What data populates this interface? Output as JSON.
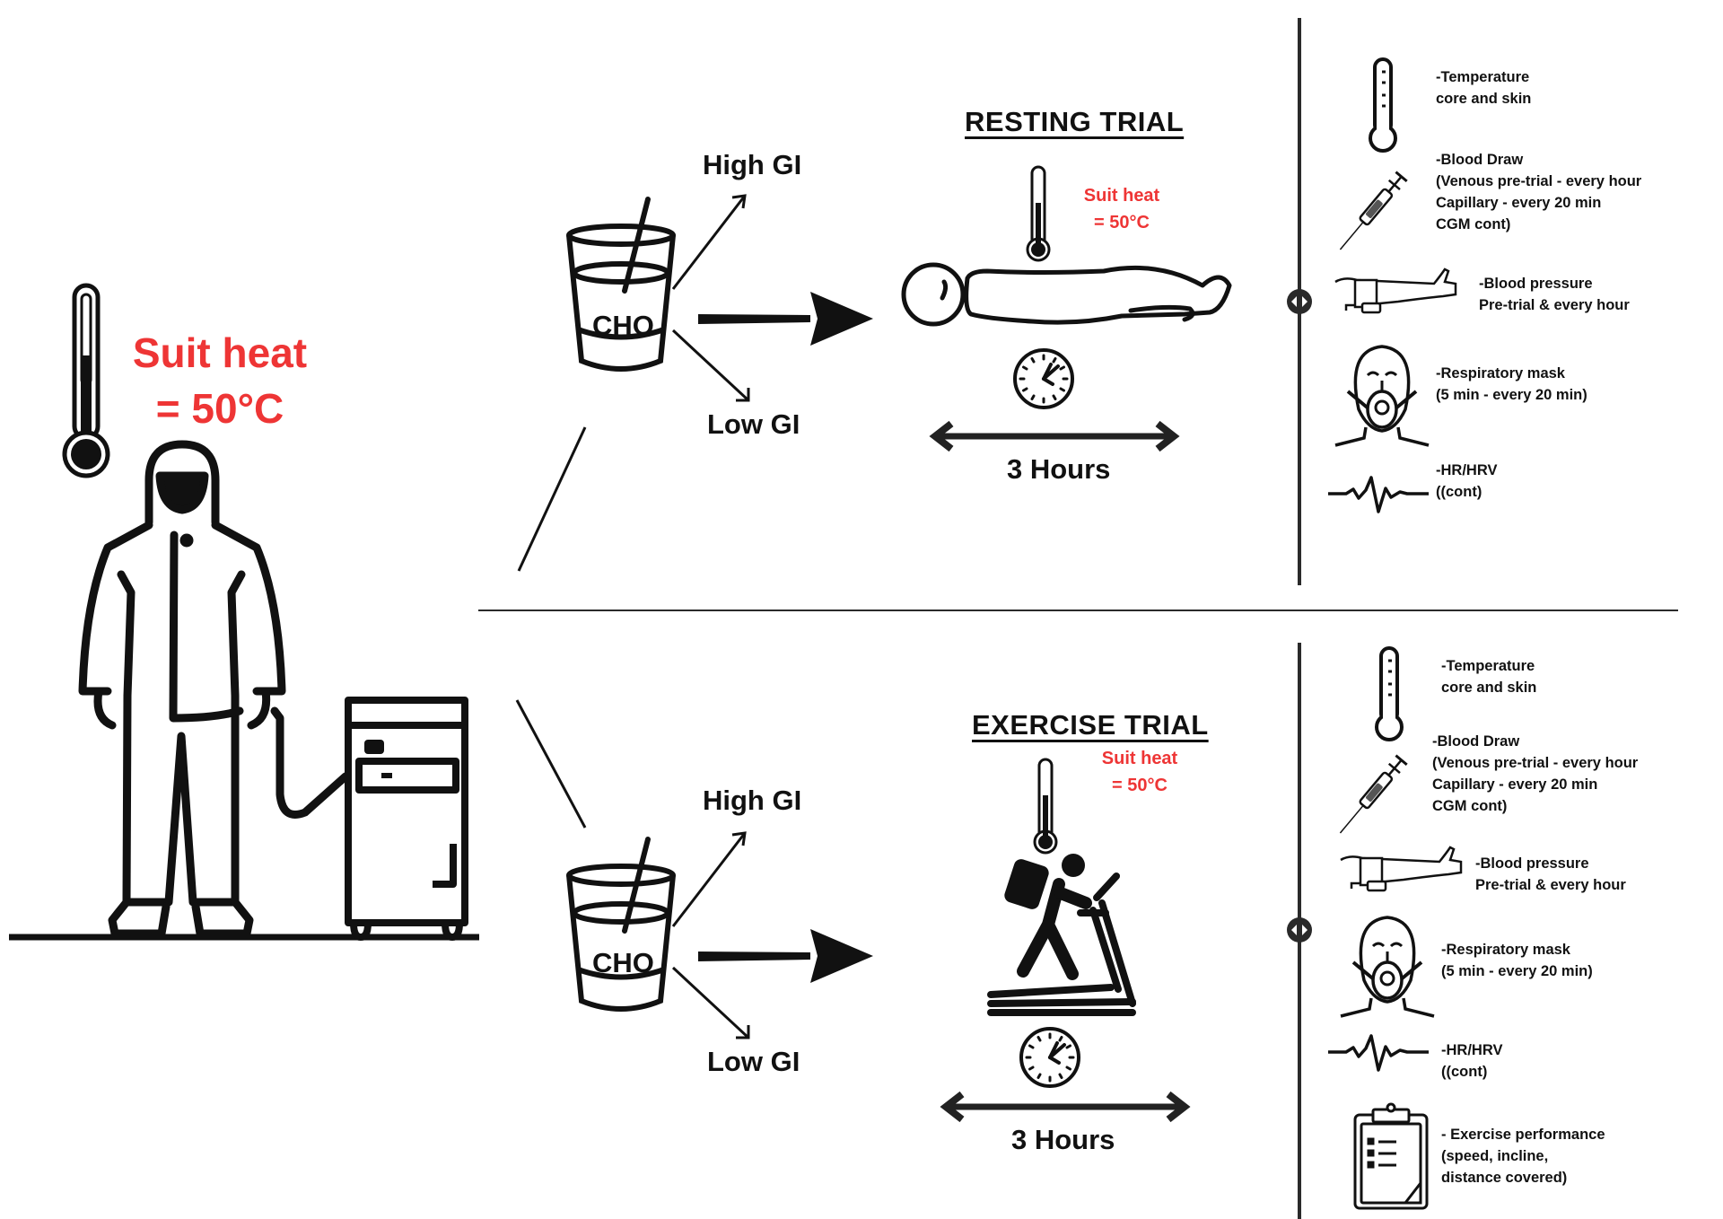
{
  "colors": {
    "accent_red": "#ee3535",
    "ink": "#111111",
    "divider": "#2a2a2a"
  },
  "left": {
    "suit_heat_line1": "Suit heat",
    "suit_heat_line2": "= 50°C",
    "icons": [
      "thermometer-icon",
      "protective-suit-person-icon",
      "heating-unit-icon"
    ]
  },
  "resting": {
    "drink_label": "CHO",
    "high_gi": "High GI",
    "low_gi": "Low GI",
    "title": "RESTING TRIAL",
    "suit_heat_line1": "Suit heat",
    "suit_heat_line2": "= 50°C",
    "duration": "3 Hours",
    "measurements": [
      {
        "icon": "thermometer-icon",
        "lines": [
          "-Temperature",
          "core and skin"
        ]
      },
      {
        "icon": "syringe-icon",
        "lines": [
          "-Blood Draw",
          "(Venous pre-trial - every hour",
          "Capillary - every 20 min",
          "CGM cont)"
        ]
      },
      {
        "icon": "blood-pressure-cuff-icon",
        "lines": [
          "-Blood pressure",
          "Pre-trial & every hour"
        ]
      },
      {
        "icon": "respiratory-mask-icon",
        "lines": [
          "-Respiratory mask",
          "(5 min - every 20 min)"
        ]
      },
      {
        "icon": "heartbeat-icon",
        "lines": [
          "-HR/HRV",
          "((cont)"
        ]
      }
    ]
  },
  "exercise": {
    "drink_label": "CHO",
    "high_gi": "High GI",
    "low_gi": "Low GI",
    "title": "EXERCISE TRIAL",
    "suit_heat_line1": "Suit heat",
    "suit_heat_line2": "= 50°C",
    "duration": "3 Hours",
    "measurements": [
      {
        "icon": "thermometer-icon",
        "lines": [
          "-Temperature",
          "core and skin"
        ]
      },
      {
        "icon": "syringe-icon",
        "lines": [
          "-Blood Draw",
          "(Venous pre-trial - every hour",
          "Capillary - every 20 min",
          "CGM cont)"
        ]
      },
      {
        "icon": "blood-pressure-cuff-icon",
        "lines": [
          "-Blood pressure",
          "Pre-trial & every hour"
        ]
      },
      {
        "icon": "respiratory-mask-icon",
        "lines": [
          "-Respiratory mask",
          "(5 min - every 20 min)"
        ]
      },
      {
        "icon": "heartbeat-icon",
        "lines": [
          "-HR/HRV",
          "((cont)"
        ]
      },
      {
        "icon": "clipboard-icon",
        "lines": [
          "- Exercise performance",
          "(speed, incline,",
          "distance covered)"
        ]
      }
    ]
  }
}
